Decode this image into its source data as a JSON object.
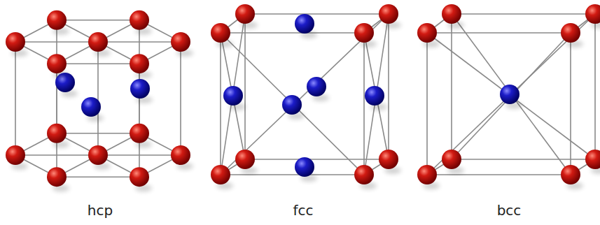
{
  "diagram": {
    "labels": [
      "hcp",
      "fcc",
      "bcc"
    ]
  }
}
